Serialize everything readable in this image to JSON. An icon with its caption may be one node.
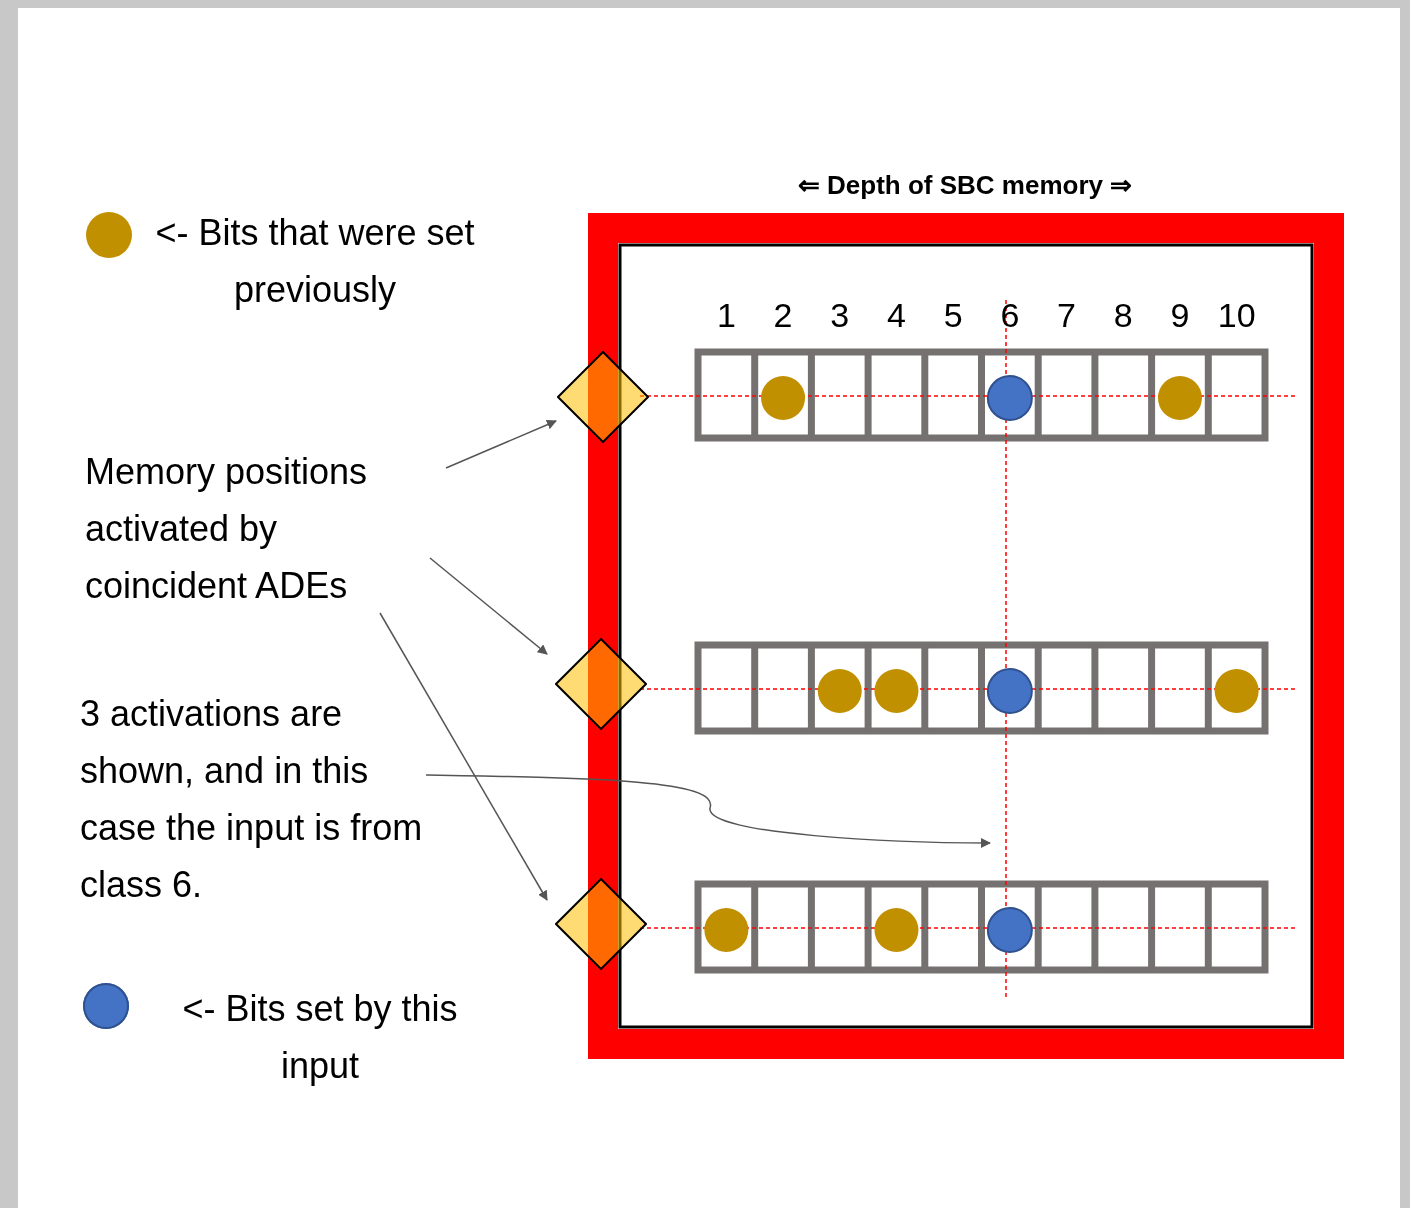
{
  "diagram": {
    "nodes": [
      {
        "text": [],
        "shape": "diamond"
      },
      {
        "text": [
          "Memory positions activated by coincident ADEs"
        ]
      },
      {
        "text": [],
        "shape": "diamond"
      },
      {
        "text": [
          "3 activations are shown, and in this case the input is from class 6."
        ]
      },
      {
        "text": [],
        "shape": "diamond"
      }
    ],
    "edges": [
      {
        "from": 1,
        "to": 0,
        "arrow": "to"
      },
      {
        "from": 1,
        "to": 2,
        "arrow": "to"
      },
      {
        "from": 1,
        "to": 4,
        "arrow": "to"
      },
      {
        "from": 3,
        "to": null,
        "arrow": "to"
      }
    ],
    "labels": [
      "⇐ Depth of SBC memory ⇒",
      "1",
      "2",
      "3",
      "4",
      "5",
      "6",
      "7",
      "8",
      "9",
      "10"
    ],
    "legend": [
      {
        "text": "<- Bits that were set previously",
        "color": "#c09000"
      },
      {
        "text": "<- Bits set by this input",
        "color": "#4472c4"
      }
    ]
  }
}
